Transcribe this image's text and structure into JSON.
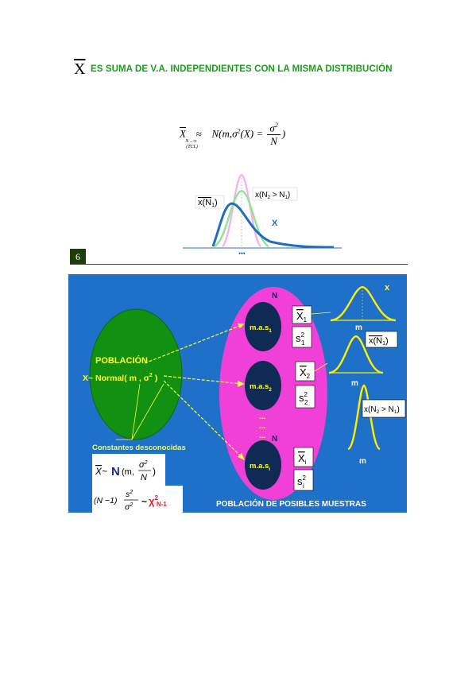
{
  "header": {
    "xbar_symbol": "X",
    "title": "ES SUMA DE V.A. INDEPENDIENTES CON LA MISMA DISTRIBUCIÓN"
  },
  "formula1": {
    "lhs": "X",
    "approx": "≈",
    "approx_sub1": "N→∞",
    "approx_sub2": "(TCL)",
    "rhs_a": "N(m,σ",
    "rhs_sup": "2",
    "rhs_b": "(X) =",
    "frac_num": "σ",
    "frac_num_sup": "2",
    "frac_den": "N",
    "close": ")"
  },
  "top_figure": {
    "label_n1": "x(N1)",
    "label_n1_main": "x(N",
    "label_n1_sub": "1",
    "label_n2_main": "x(N",
    "label_n2_sub": "2",
    "label_n2_rest": " > N",
    "label_n2_sub2": "1",
    "x_label": "X",
    "m_label": "m",
    "colors": {
      "blue": "#1f6fc0",
      "green": "#8ee68e",
      "pink": "#f4b2f0"
    }
  },
  "slide_number": "6",
  "slide": {
    "population_title": "POBLACIÓN",
    "population_dist": "X~ Normal( m , σ",
    "population_dist_sup": "2",
    "population_dist_close": " )",
    "constants_label": "Constantes desconocidas",
    "N_label": "N",
    "samples": [
      {
        "main": "m.a.s",
        "sub": "1",
        "xbar_sub": "1",
        "s_sub": "1"
      },
      {
        "main": "m.a.s",
        "sub": "2",
        "xbar_sub": "2",
        "s_sub": "2"
      },
      {
        "main": "m.a.s",
        "sub": "i",
        "xbar_sub": "i",
        "s_sub": "i"
      }
    ],
    "xbar_letter": "X",
    "s_letter": "s",
    "s_sup": "2",
    "dots": "...",
    "bottom_label": "POBLACIÓN DE POSIBLES MUESTRAS",
    "formula_xbar": {
      "lhs": "X",
      "tilde": "~",
      "N": "N",
      "args_a": "(m,",
      "num": "σ",
      "num_sup": "2",
      "den": "N",
      "close": ")"
    },
    "formula_chi": {
      "lhs": "(N −1)",
      "num": "s",
      "num_sup": "2",
      "den": "σ",
      "den_sup": "2",
      "tilde": "~",
      "chi": "χ",
      "chi_sup": "2",
      "chi_sub": "N-1"
    },
    "curve_labels": {
      "x": "x",
      "m1": "m",
      "m2": "m",
      "m3": "m",
      "xbar_n1_main": "x(N",
      "xbar_n1_sub": "1",
      "xbar_n1_close": ")",
      "xbar_n2_main": "x(N",
      "xbar_n2_sub": "2",
      "xbar_n2_rest": " > N",
      "xbar_n2_sub2": "1",
      "xbar_n2_close": ")"
    },
    "colors": {
      "background": "#1f70c8",
      "population": "#119011",
      "ellipse": "#f040d8",
      "sample": "#0e2a55",
      "yellow": "#ffff33",
      "curve": "#ffee00"
    }
  }
}
